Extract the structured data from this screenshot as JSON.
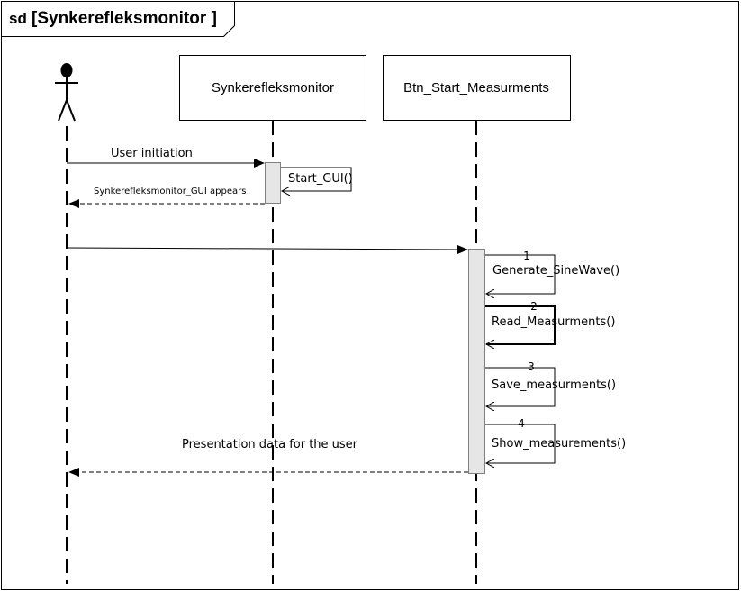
{
  "frame": {
    "keyword": "sd",
    "title": "[Synkerefleksmonitor ]"
  },
  "lifelines": {
    "actor": {
      "label": ""
    },
    "synkerefleksmonitor": {
      "label": "Synkerefleksmonitor"
    },
    "btn_start": {
      "label": "Btn_Start_Measurments"
    }
  },
  "messages": {
    "user_initiation": "User initiation",
    "start_gui": "Start_GUI()",
    "gui_appears": "Synkerefleksmonitor_GUI appears",
    "presentation": "Presentation data for the user"
  },
  "self_calls": [
    {
      "number": "1",
      "label": "Generate_SineWave()"
    },
    {
      "number": "2",
      "label": "Read_Measurments()"
    },
    {
      "number": "3",
      "label": "Save_measurments()"
    },
    {
      "number": "4",
      "label": "Show_measurements()"
    }
  ],
  "colors": {
    "line": "#000000",
    "activation_fill": "#e6e6e6",
    "activation_stroke": "#808080"
  }
}
